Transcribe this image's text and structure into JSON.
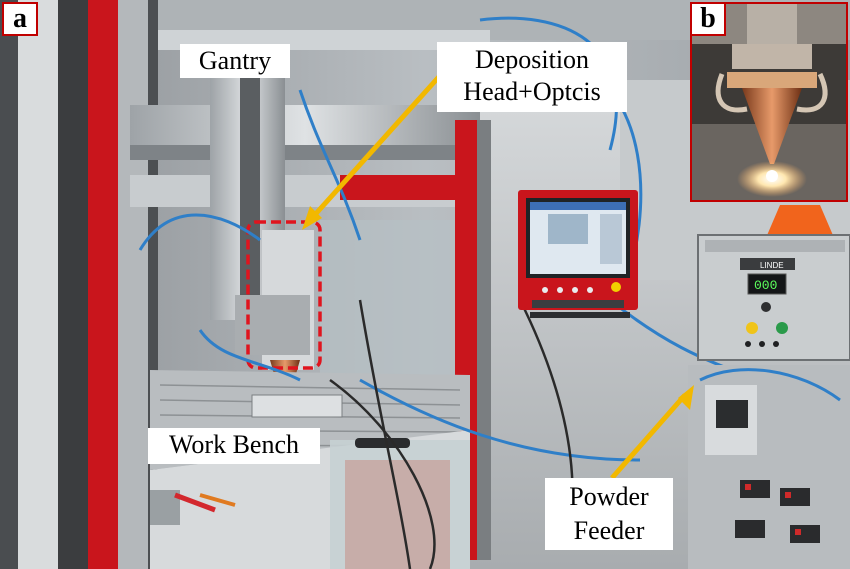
{
  "panels": {
    "main_label": "a",
    "inset_label": "b"
  },
  "labels": {
    "gantry": "Gantry",
    "deposition_line1": "Deposition",
    "deposition_line2": "Head+Optcis",
    "work_bench": "Work Bench",
    "powder_line1": "Powder",
    "powder_line2": "Feeder"
  },
  "colors": {
    "arrow": "#f2b800",
    "highlight_box": "#e0141e",
    "panel_border": "#c00000"
  },
  "device": {
    "feeder_display": "000"
  }
}
